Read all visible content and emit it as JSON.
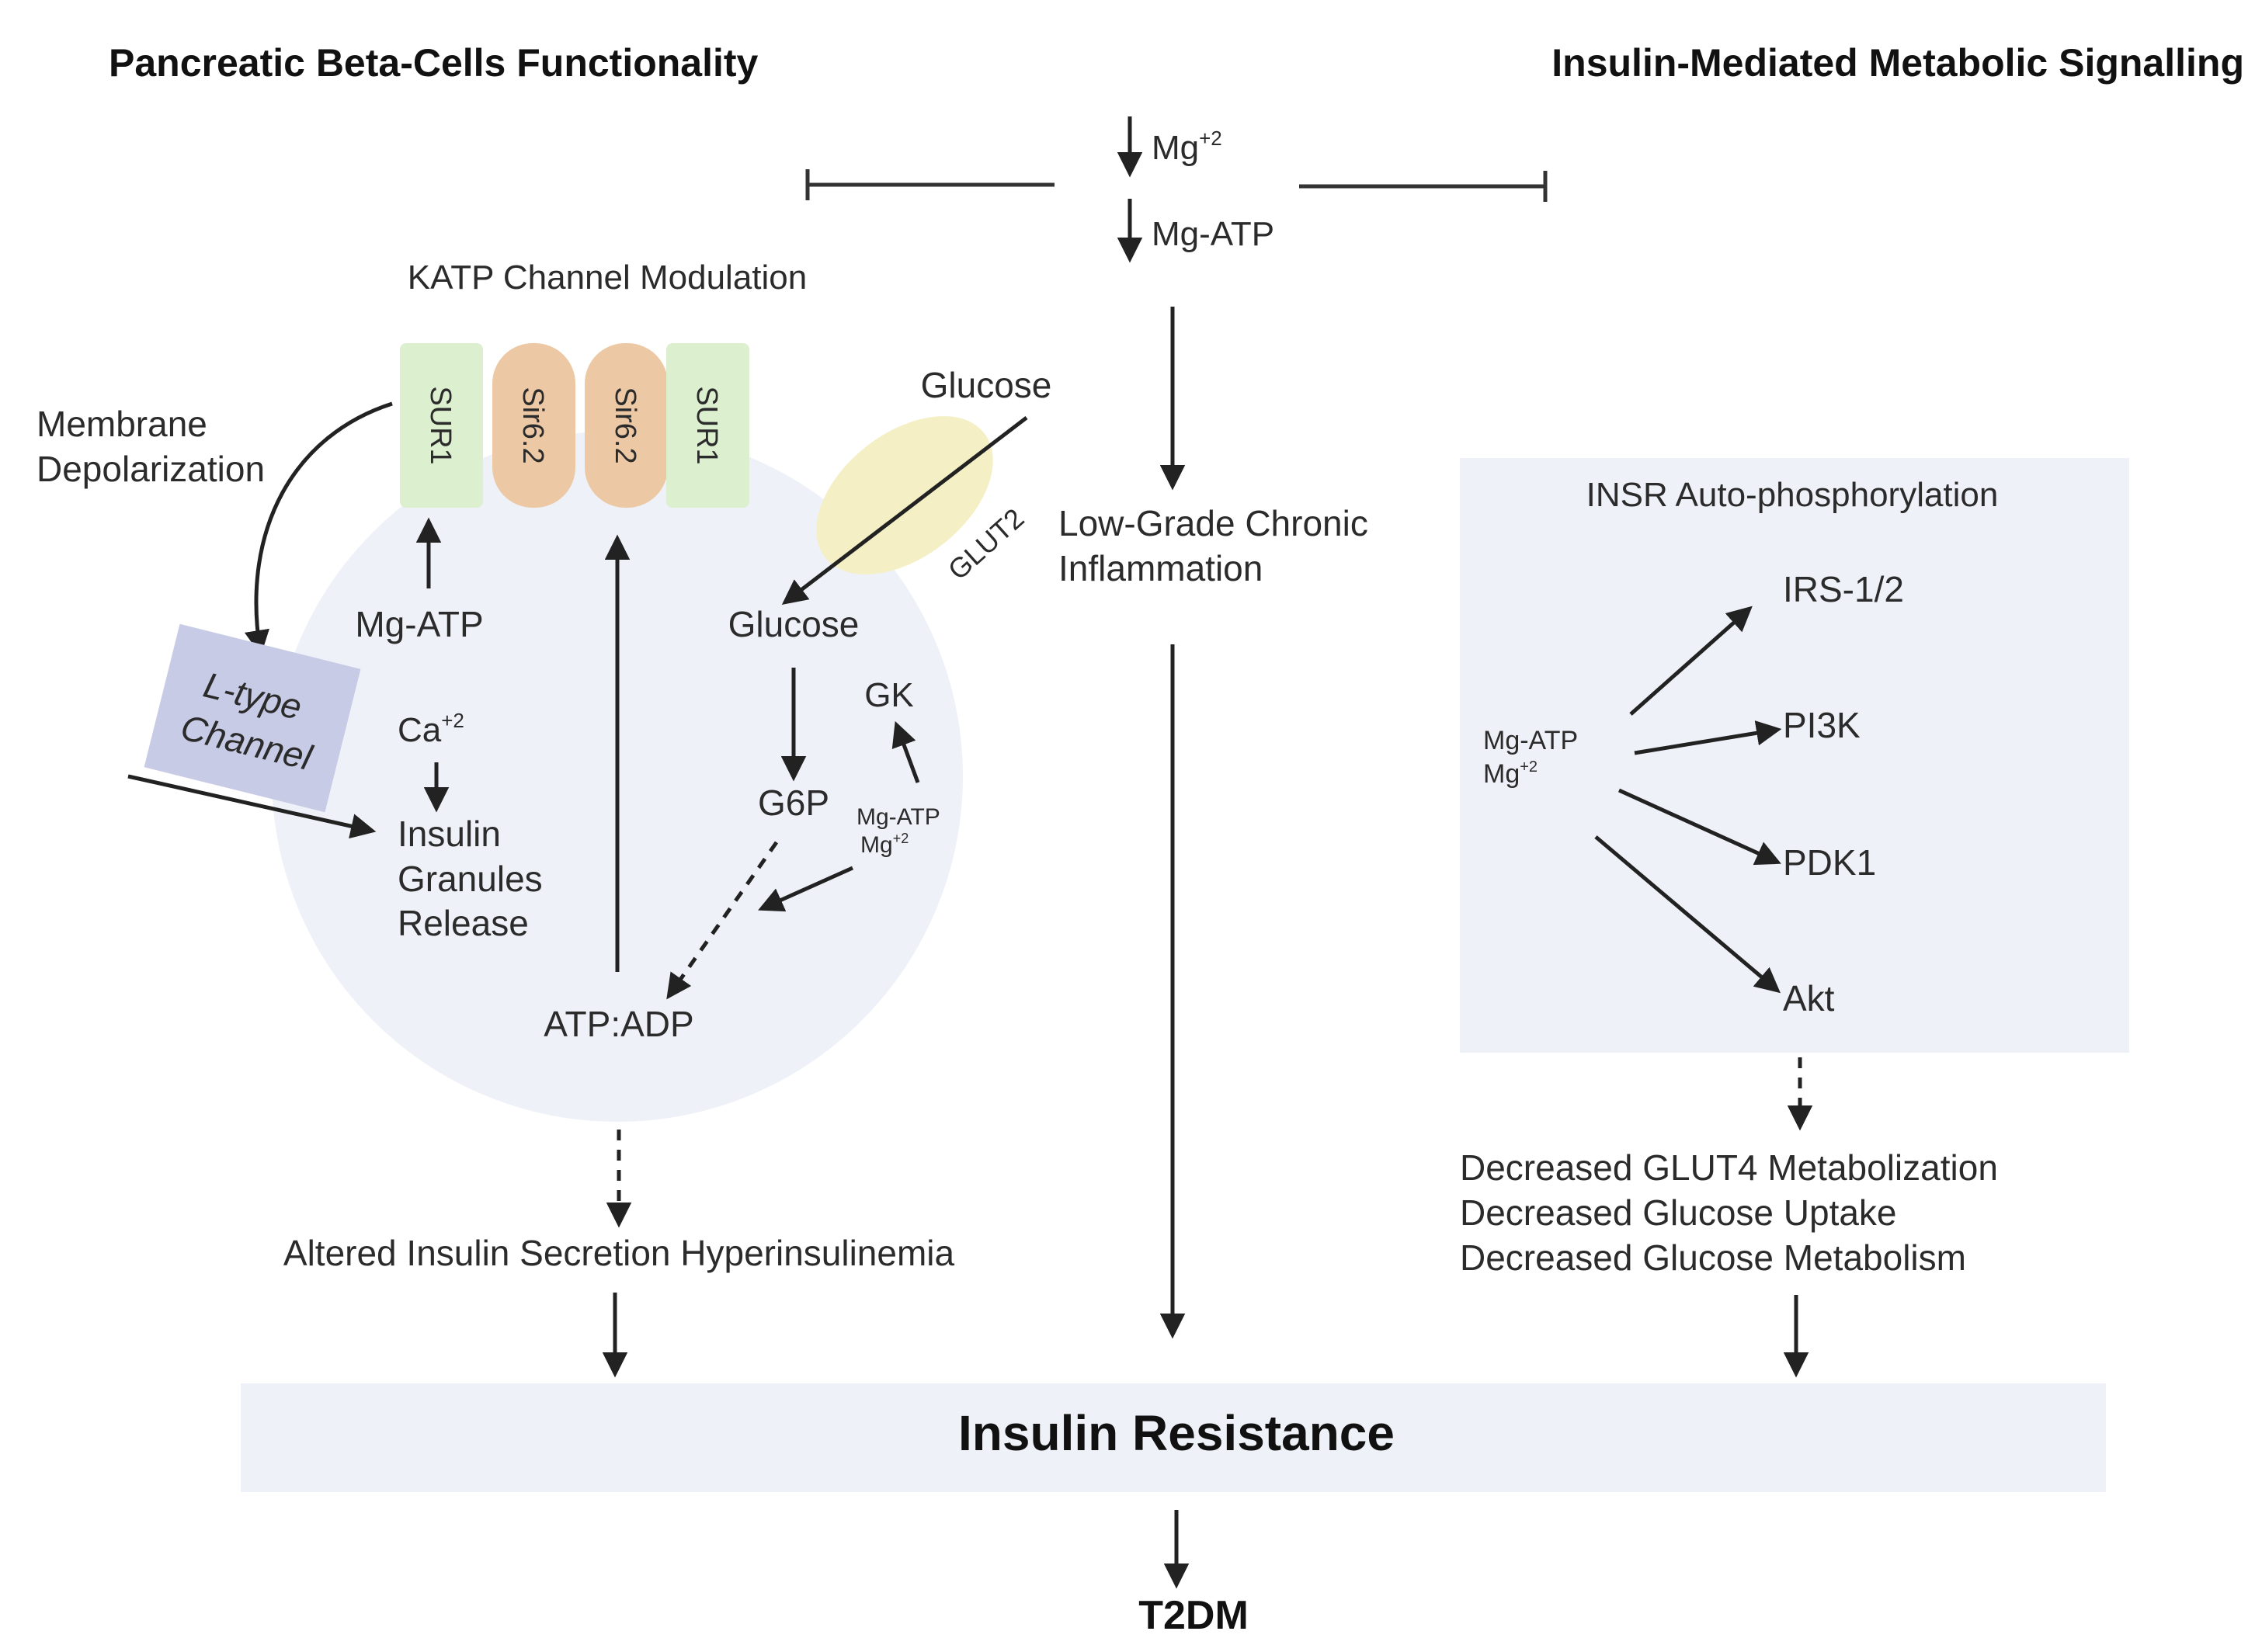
{
  "headers": {
    "left": "Pancreatic Beta-Cells Functionality",
    "right": "Insulin-Mediated Metabolic Signalling"
  },
  "top": {
    "mg2": "Mg",
    "mg2_sup": "+2",
    "mgatp": "Mg-ATP"
  },
  "katp": {
    "title": "KATP Channel Modulation",
    "subunits": [
      "SUR1",
      "Sir6.2",
      "Sir6.2",
      "SUR1"
    ]
  },
  "beta_cell": {
    "membrane_depolarization_line1": "Membrane",
    "membrane_depolarization_line2": "Depolarization",
    "ltype_line1": "L-type",
    "ltype_line2": "Channel",
    "mgatp": "Mg-ATP",
    "ca": "Ca",
    "ca_sup": "+2",
    "insulin_line1": "Insulin",
    "insulin_line2": "Granules",
    "insulin_line3": "Release",
    "glucose_outside": "Glucose",
    "glut2": "GLUT2",
    "glucose_inside": "Glucose",
    "g6p": "G6P",
    "gk": "GK",
    "gk_mgatp": "Mg-ATP",
    "gk_mg": "Mg",
    "gk_mg_sup": "+2",
    "atpadp": "ATP:ADP"
  },
  "middle": {
    "inflammation_line1": "Low-Grade Chronic",
    "inflammation_line2": "Inflammation"
  },
  "insr": {
    "title": "INSR Auto-phosphorylation",
    "source_mgatp": "Mg-ATP",
    "source_mg": "Mg",
    "source_mg_sup": "+2",
    "targets": [
      "IRS-1/2",
      "PI3K",
      "PDK1",
      "Akt"
    ]
  },
  "outcomes": {
    "left": "Altered Insulin Secretion Hyperinsulinemia",
    "right": [
      "Decreased GLUT4 Metabolization",
      "Decreased Glucose Uptake",
      "Decreased Glucose Metabolism"
    ]
  },
  "bottom": {
    "insulin_resistance": "Insulin Resistance",
    "t2dm": "T2DM"
  },
  "colors": {
    "cell_fill": "#eef1f8",
    "band_fill": "#eef1f8",
    "insr_box_fill": "#eef1f8",
    "sur1_fill": "#dcefcf",
    "sir_fill": "#ecc9a4",
    "ltype_fill": "#c8cbe6",
    "glut2_fill": "#f4efc4",
    "arrow": "#222222"
  }
}
